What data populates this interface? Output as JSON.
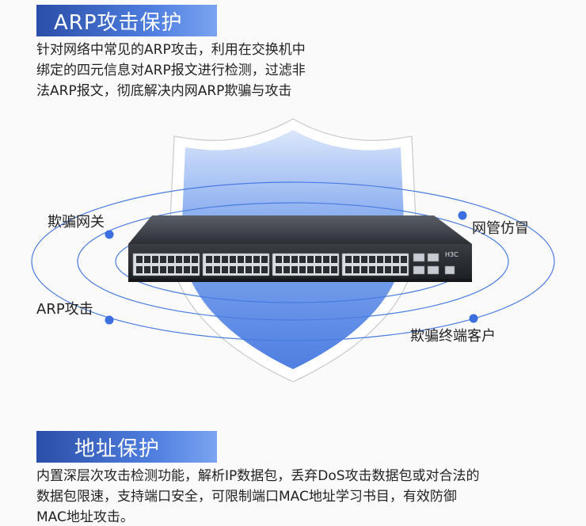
{
  "section1": {
    "title": "ARP攻击保护",
    "lines": [
      "针对网络中常见的ARP攻击，利用在交换机中",
      "绑定的四元信息对ARP报文进行检测，过滤非",
      "法ARP报文，彻底解决内网ARP欺骗与攻击"
    ]
  },
  "callouts": {
    "spoof_gateway": "欺骗网关",
    "nm_impersonation": "网管仿冒",
    "arp_attack": "ARP攻击",
    "spoof_client": "欺骗终端客户"
  },
  "device": {
    "brand": "H3C"
  },
  "section2": {
    "title": "地址保护",
    "lines": [
      "内置深层次攻击检测功能，解析IP数据包，丢弃DoS攻击数据包或对合法的",
      "数据包限速，支持端口安全，可限制端口MAC地址学习书目，有效防御",
      "MAC地址攻击。"
    ]
  },
  "colors": {
    "title_bar": "#3b68cf",
    "shield_fill": "#6f97ea",
    "orbit": "#4a7be0"
  }
}
